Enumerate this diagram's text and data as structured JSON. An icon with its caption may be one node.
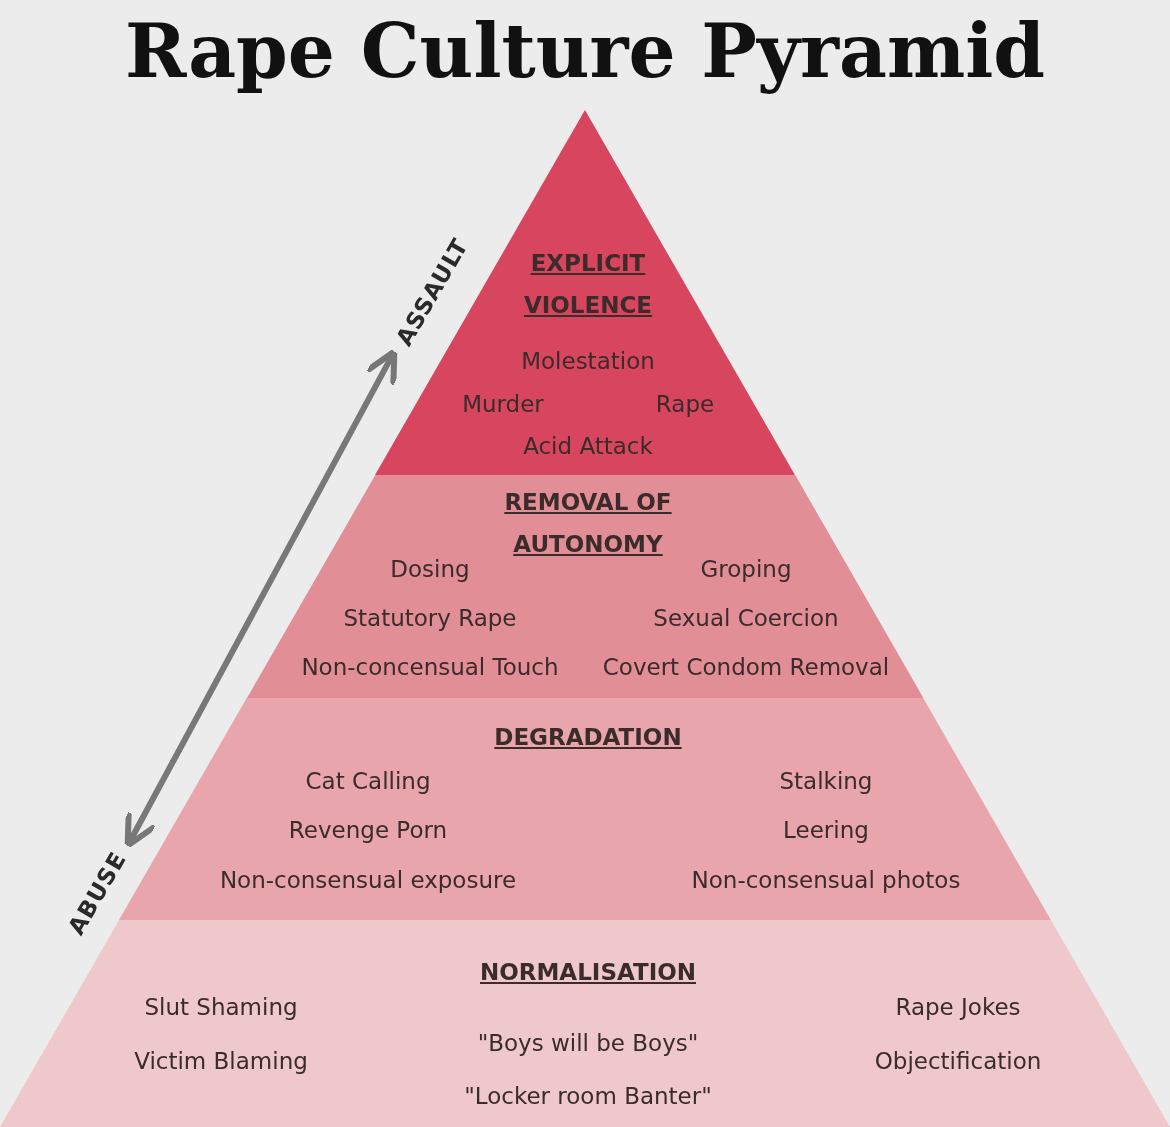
{
  "diagram": {
    "title": "Rape Culture Pyramid",
    "nodes": [
      {
        "text": [
          "EXPLICIT VIOLENCE",
          "Molestation",
          "Murder",
          "Rape",
          "Acid Attack"
        ]
      },
      {
        "text": [
          "REMOVAL OF AUTONOMY",
          "Dosing",
          "Groping",
          "Statutory Rape",
          "Sexual Coercion",
          "Non-concensual Touch",
          "Covert Condom Removal"
        ]
      },
      {
        "text": [
          "DEGRADATION",
          "Cat Calling",
          "Stalking",
          "Revenge Porn",
          "Leering",
          "Non-consensual exposure",
          "Non-consensual photos"
        ]
      },
      {
        "text": [
          "NORMALISATION",
          "Slut Shaming",
          "Rape Jokes",
          "\"Boys will be Boys\"",
          "Victim Blaming",
          "Objectification",
          "\"Locker room Banter\""
        ]
      },
      {
        "text": [
          "ASSAULT"
        ]
      },
      {
        "text": [
          "ABUSE"
        ]
      }
    ],
    "edges": [
      {
        "from": 4,
        "to": 5,
        "arrow": "both"
      }
    ]
  }
}
